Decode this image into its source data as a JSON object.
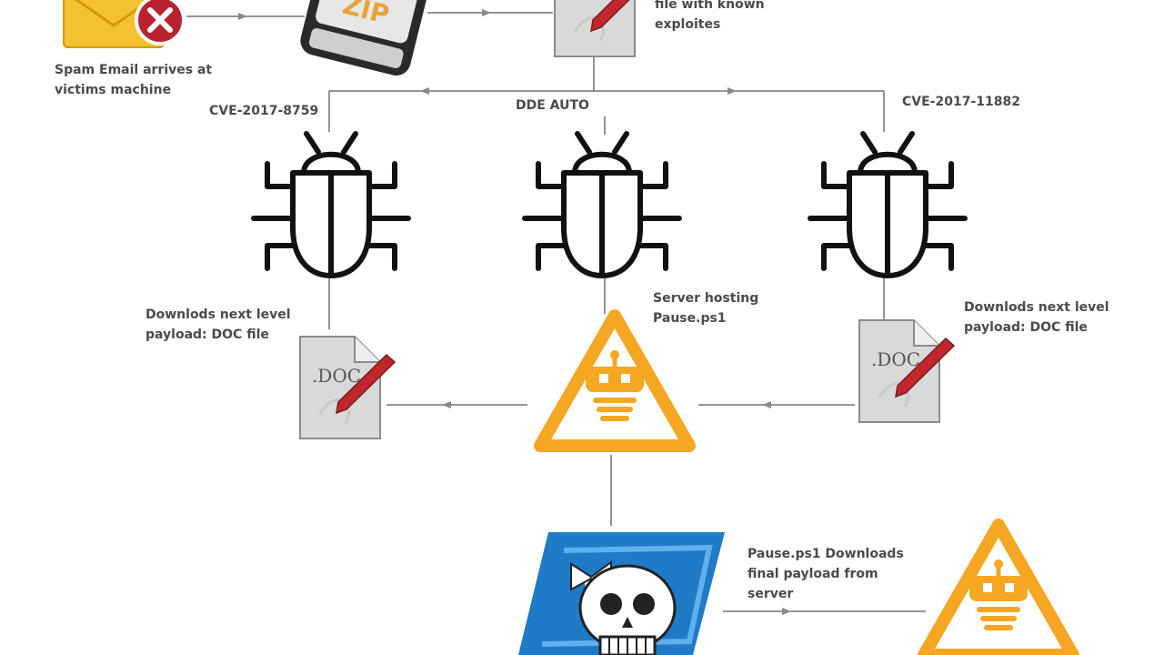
{
  "labels": {
    "spam_email_line1": "Spam Email arrives at",
    "spam_email_line2": "victims machine",
    "doc_exploit_line1": "file with known",
    "doc_exploit_line2": "exploites",
    "cve_left": "CVE-2017-8759",
    "dde_auto": "DDE AUTO",
    "cve_right": "CVE-2017-11882",
    "left_download_line1": "Downlods next level",
    "left_download_line2": "payload: DOC file",
    "server_line1": "Server hosting",
    "server_line2": "Pause.ps1",
    "right_download_line1": "Downlods next level",
    "right_download_line2": "payload: DOC file",
    "pause_line1": "Pause.ps1 Downloads",
    "pause_line2": "final payload from",
    "pause_line3": "server"
  },
  "doc_icon_text": ".DOC",
  "zip_icon_text": "ZIP",
  "icons": [
    "email-error-icon",
    "zip-archive-icon",
    "doc-file-icon",
    "bug-icon",
    "malicious-server-icon",
    "powershell-skull-icon"
  ],
  "colors": {
    "line": "#707070",
    "bug": "#111111",
    "warning": "#f5a623",
    "envelope": "#f2c230",
    "error": "#b8232e",
    "powershell": "#1f7ac7"
  }
}
